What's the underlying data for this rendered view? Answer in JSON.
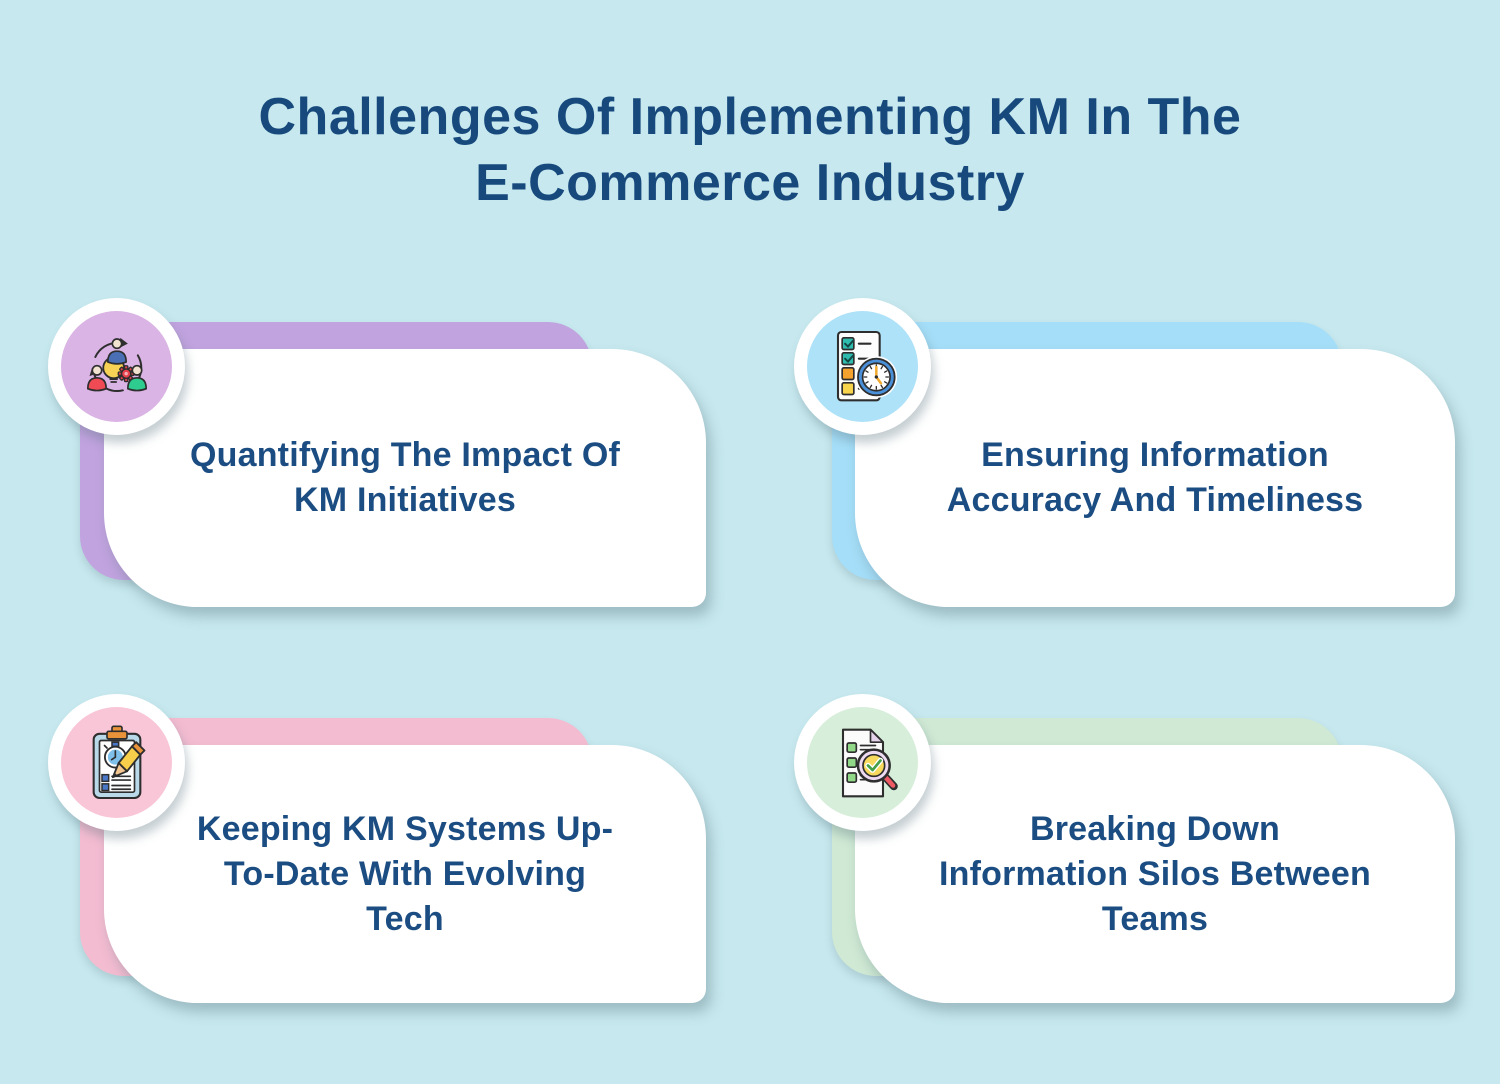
{
  "page": {
    "title_lines": [
      "Challenges Of Implementing KM In The",
      "E-Commerce Industry"
    ],
    "background_color": "#c6e8ee",
    "title_color": "#17497d",
    "card_text_color": "#1b4d82"
  },
  "cards": [
    {
      "label": "Quantifying The Impact Of KM Initiatives",
      "label_lines": [
        "Quantifying The Impact Of",
        "KM Initiatives"
      ],
      "icon": "knowledge-sharing-icon",
      "back_color": "#c1a3df",
      "badge_color": "#dab4e4"
    },
    {
      "label": "Ensuring Information Accuracy And Timeliness",
      "label_lines": [
        "Ensuring Information",
        "Accuracy And Timeliness"
      ],
      "icon": "checklist-clock-icon",
      "back_color": "#a5def8",
      "badge_color": "#aee2f8"
    },
    {
      "label": "Keeping KM Systems Up-To-Date With Evolving Tech",
      "label_lines": [
        "Keeping KM Systems Up-",
        "To-Date With Evolving",
        "Tech"
      ],
      "icon": "clipboard-update-icon",
      "back_color": "#f4bcd1",
      "badge_color": "#f9c6d8"
    },
    {
      "label": "Breaking Down Information Silos Between Teams",
      "label_lines": [
        "Breaking Down",
        "Information Silos Between",
        "Teams"
      ],
      "icon": "document-search-icon",
      "back_color": "#cfe9d4",
      "badge_color": "#d7eeda"
    }
  ]
}
